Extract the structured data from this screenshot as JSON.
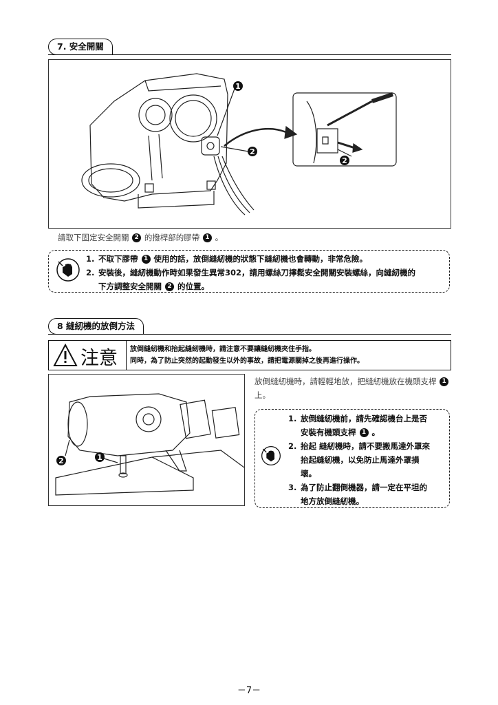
{
  "section7": {
    "title": "7. 安全開關",
    "callouts": [
      "❶",
      "❷",
      "❷"
    ],
    "caption_prefix": "請取下固定安全開關",
    "caption_mid": "的撥桿部的膠帶",
    "caption_end": "。",
    "warnings": [
      {
        "num": "1.",
        "text_a": "不取下膠帶",
        "text_b": "使用的話，放倒縫紉機的狀態下縫紉機也會轉動，非常危險。"
      },
      {
        "num": "2.",
        "text_a": "安裝後，縫紉機動作時如果發生異常302，請用螺絲刀擰鬆安全開關安裝螺絲，向縫紉機的",
        "text_b": "下方調整安全開關",
        "text_c": "的位置。"
      }
    ]
  },
  "section8": {
    "title": "8  縫紉機的放倒方法",
    "caution_label": "注意",
    "caution_lines": [
      "放倒縫紉機和抬起縫紉機時，請注意不要讓縫紉機夾住手指。",
      "同時，為了防止突然的起動發生以外的事故，請把電源關掉之後再進行操作。"
    ],
    "description_a": "放倒縫紉機時，請輕輕地放，把縫紉機放在機頭支桿",
    "description_b": "上。",
    "callouts": [
      "❷",
      "❶"
    ],
    "warnings": [
      {
        "num": "1.",
        "line1": "放倒縫紉機前，請先確認機台上是否",
        "line2a": "安裝有機頭支桿",
        "line2b": "。"
      },
      {
        "num": "2.",
        "line1": "抬起 縫紉機時，請不要搬馬達外罩來",
        "line2": "抬起縫紉機，以免防止馬達外罩損",
        "line3": "壞。"
      },
      {
        "num": "3.",
        "line1": "為了防止翻倒機器，請一定在平坦的",
        "line2": "地方放倒縫紉機。"
      }
    ]
  },
  "bullets": {
    "one": "1",
    "two": "2"
  },
  "page_number": "－7－"
}
